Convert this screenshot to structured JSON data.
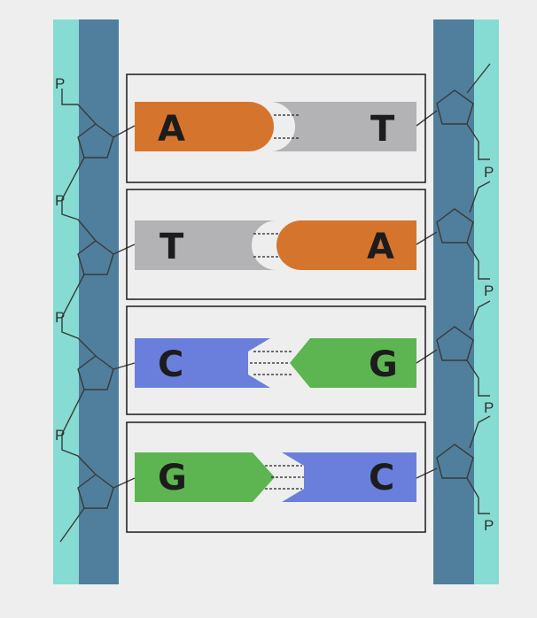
{
  "colors": {
    "background": "#eeeeee",
    "backbone_outer": "#86dcd2",
    "backbone_inner": "#4f7f9c",
    "adenine": "#d5752d",
    "thymine": "#b3b3b6",
    "cytosine": "#6a7fdc",
    "guanine": "#5db552",
    "box_border": "#1a1a1a",
    "line": "#3a3a3a"
  },
  "bases": {
    "A": "A",
    "T": "T",
    "C": "C",
    "G": "G"
  },
  "phosphate_label": "P",
  "pairs": [
    {
      "left": "A",
      "right": "T"
    },
    {
      "left": "T",
      "right": "A"
    },
    {
      "left": "C",
      "right": "G"
    },
    {
      "left": "G",
      "right": "C"
    }
  ],
  "icons": {
    "sugar": "pentagon-sugar-icon",
    "bond": "hydrogen-bond-dashes"
  }
}
